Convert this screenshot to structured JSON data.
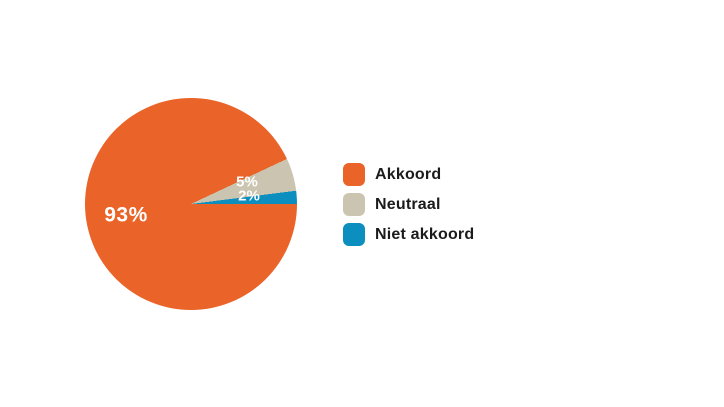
{
  "chart_data": {
    "type": "pie",
    "slices": [
      {
        "label": "Akkoord",
        "value": 93,
        "display": "93%",
        "color": "#EA6328"
      },
      {
        "label": "Neutraal",
        "value": 5,
        "display": "5%",
        "color": "#CBC4B0"
      },
      {
        "label": "Niet akkoord",
        "value": 2,
        "display": "2%",
        "color": "#0C8EBE"
      }
    ],
    "start_angle_deg": 90,
    "direction": "clockwise",
    "legend_position": "right",
    "label_color": "#FFFFFF",
    "legend_text_color": "#1B1B1B"
  }
}
